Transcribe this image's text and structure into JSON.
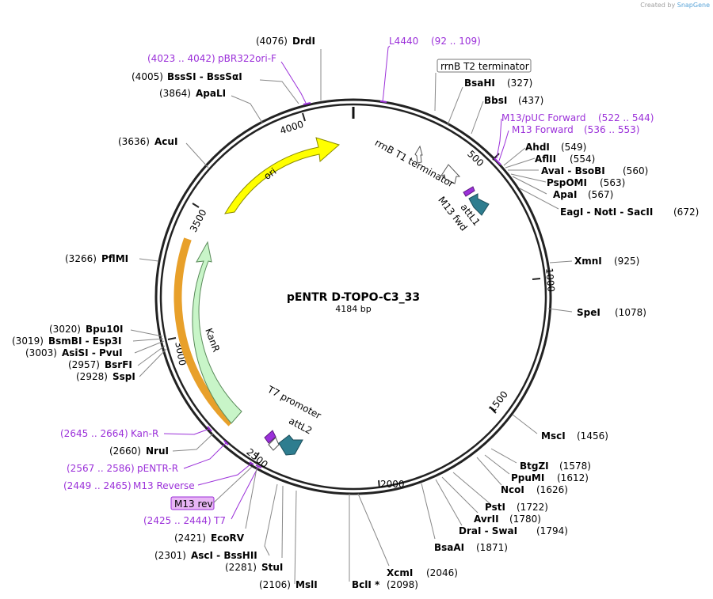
{
  "credit": {
    "prefix": "Created by",
    "brand": "SnapGene"
  },
  "title": "pENTR D-TOPO-C3_33",
  "subtitle": "4184 bp",
  "total_bp": 4184,
  "colors": {
    "primer": "#9b30d9",
    "ori": "#ffff00",
    "kanr": "#c8f5c8",
    "att": "#2e7d8f",
    "backbone": "#222222"
  },
  "enzymes": [
    {
      "pos": "(4076)",
      "name": "DrdI",
      "angle": 350.7
    },
    {
      "pos": "(4005)",
      "name": "BssSI  -  BssSαI",
      "angle": 344.6
    },
    {
      "pos": "(3864)",
      "name": "ApaLI",
      "angle": 332.5
    },
    {
      "pos": "(3636)",
      "name": "AcuI",
      "angle": 312.8
    },
    {
      "pos": "(3266)",
      "name": "PflMI",
      "angle": 281.0
    },
    {
      "pos": "(3020)",
      "name": "Bpu10I",
      "angle": 259.9
    },
    {
      "pos": "(3019)",
      "name": "BsmBI  -  Esp3I",
      "angle": 259.8
    },
    {
      "pos": "(3003)",
      "name": "AsiSI  -  PvuI",
      "angle": 258.4
    },
    {
      "pos": "(2957)",
      "name": "BsrFI",
      "angle": 254.4
    },
    {
      "pos": "(2928)",
      "name": "SspI",
      "angle": 251.9
    },
    {
      "pos": "(2660)",
      "name": "NruI",
      "angle": 228.8
    },
    {
      "pos": "(2421)",
      "name": "EcoRV",
      "angle": 208.3
    },
    {
      "pos": "(2301)",
      "name": "AscI  -  BssHII",
      "angle": 198.0
    },
    {
      "pos": "(2281)",
      "name": "StuI",
      "angle": 196.3
    },
    {
      "pos": "(2106)",
      "name": "MslI",
      "angle": 181.2
    },
    {
      "pos": "(2098)",
      "name": "BclI *",
      "angle": 180.5
    },
    {
      "pos": "(2046)",
      "name": "XcmI",
      "angle": 176.0
    },
    {
      "pos": "(1871)",
      "name": "BsaAI",
      "angle": 161.0
    },
    {
      "pos": "(1794)",
      "name": "DraI  -  SwaI",
      "angle": 154.4
    },
    {
      "pos": "(1780)",
      "name": "AvrII",
      "angle": 153.2
    },
    {
      "pos": "(1722)",
      "name": "PstI",
      "angle": 148.2
    },
    {
      "pos": "(1626)",
      "name": "NcoI",
      "angle": 139.9
    },
    {
      "pos": "(1612)",
      "name": "PpuMI",
      "angle": 138.7
    },
    {
      "pos": "(1578)",
      "name": "BtgZI",
      "angle": 135.8
    },
    {
      "pos": "(1456)",
      "name": "MscI",
      "angle": 125.3
    },
    {
      "pos": "(1078)",
      "name": "SpeI",
      "angle": 92.8
    },
    {
      "pos": "(925)",
      "name": "XmnI",
      "angle": 79.6
    },
    {
      "pos": "(672)",
      "name": "EagI  -  NotI  -  SacII",
      "angle": 57.8
    },
    {
      "pos": "(567)",
      "name": "ApaI",
      "angle": 48.8
    },
    {
      "pos": "(563)",
      "name": "PspOMI",
      "angle": 48.4
    },
    {
      "pos": "(560)",
      "name": "AvaI  -  BsoBI",
      "angle": 48.2
    },
    {
      "pos": "(554)",
      "name": "AflII",
      "angle": 47.7
    },
    {
      "pos": "(549)",
      "name": "AhdI",
      "angle": 47.2
    },
    {
      "pos": "(437)",
      "name": "BbsI",
      "angle": 37.6
    },
    {
      "pos": "(327)",
      "name": "BsaHI",
      "angle": 28.1
    }
  ],
  "primers": [
    {
      "name": "L4440",
      "range": "(92 .. 109)"
    },
    {
      "name": "pBR322ori-F",
      "range": "(4023 .. 4042)"
    },
    {
      "name": "M13/pUC Forward",
      "range": "(522 .. 544)"
    },
    {
      "name": "M13 Forward",
      "range": "(536 .. 553)"
    },
    {
      "name": "Kan-R",
      "range": "(2645 .. 2664)"
    },
    {
      "name": "pENTR-R",
      "range": "(2567 .. 2586)"
    },
    {
      "name": "M13 Reverse",
      "range": "(2449 .. 2465)"
    },
    {
      "name": "T7",
      "range": "(2425 .. 2444)"
    }
  ],
  "features": {
    "rrnb_t2": "rrnB T2 terminator",
    "rrnb_t1": "rrnB T1 terminator",
    "m13_fwd": "M13 fwd",
    "attl1": "attL1",
    "attl2": "attL2",
    "t7_promoter": "T7 promoter",
    "ori": "ori",
    "kanr": "KanR",
    "m13_rev": "M13 rev"
  },
  "ticks": [
    "500",
    "1000",
    "1500",
    "2000",
    "2500",
    "3000",
    "3500",
    "4000"
  ]
}
